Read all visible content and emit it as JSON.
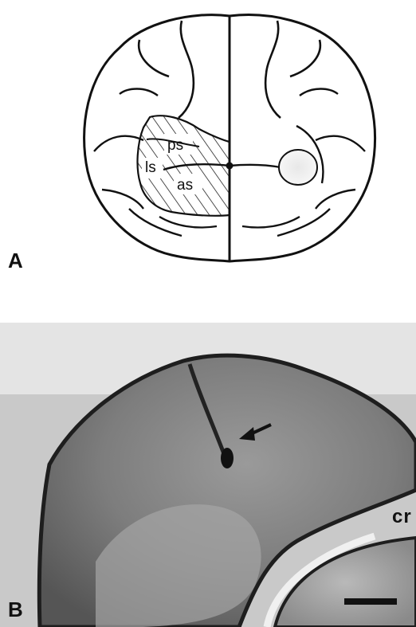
{
  "panels": {
    "a": {
      "label": "A",
      "sulci": {
        "ps": "ps",
        "ls": "ls",
        "as": "as"
      }
    },
    "b": {
      "label": "B",
      "region_label": "cr"
    }
  }
}
